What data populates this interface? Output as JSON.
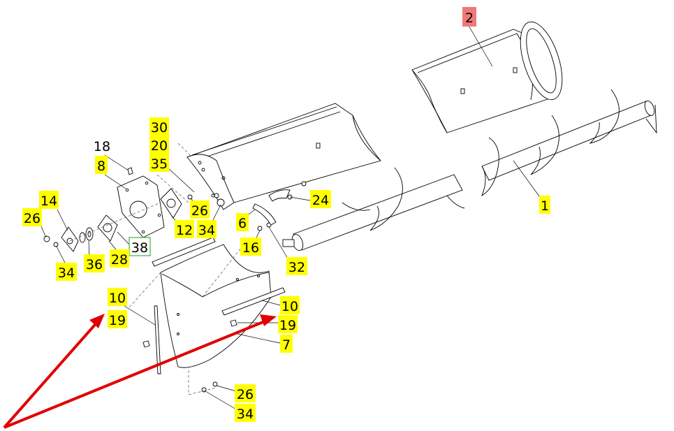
{
  "callouts": [
    {
      "id": "c2",
      "label": "2",
      "style": "red"
    },
    {
      "id": "c1",
      "label": "1",
      "style": "yellow"
    },
    {
      "id": "c30",
      "label": "30",
      "style": "yellow"
    },
    {
      "id": "c20",
      "label": "20",
      "style": "yellow"
    },
    {
      "id": "c35",
      "label": "35",
      "style": "yellow"
    },
    {
      "id": "c18",
      "label": "18",
      "style": "plain"
    },
    {
      "id": "c8",
      "label": "8",
      "style": "yellow"
    },
    {
      "id": "c14",
      "label": "14",
      "style": "yellow"
    },
    {
      "id": "c26a",
      "label": "26",
      "style": "yellow"
    },
    {
      "id": "c26b",
      "label": "26",
      "style": "yellow"
    },
    {
      "id": "c12",
      "label": "12",
      "style": "yellow"
    },
    {
      "id": "c34a",
      "label": "34",
      "style": "yellow"
    },
    {
      "id": "c24",
      "label": "24",
      "style": "yellow"
    },
    {
      "id": "c6",
      "label": "6",
      "style": "yellow"
    },
    {
      "id": "c38",
      "label": "38",
      "style": "green"
    },
    {
      "id": "c16",
      "label": "16",
      "style": "yellow"
    },
    {
      "id": "c36",
      "label": "36",
      "style": "yellow"
    },
    {
      "id": "c28",
      "label": "28",
      "style": "yellow"
    },
    {
      "id": "c32",
      "label": "32",
      "style": "yellow"
    },
    {
      "id": "c34b",
      "label": "34",
      "style": "yellow"
    },
    {
      "id": "c10a",
      "label": "10",
      "style": "yellow"
    },
    {
      "id": "c19a",
      "label": "19",
      "style": "yellow"
    },
    {
      "id": "c10b",
      "label": "10",
      "style": "yellow"
    },
    {
      "id": "c19b",
      "label": "19",
      "style": "yellow"
    },
    {
      "id": "c7",
      "label": "7",
      "style": "yellow"
    },
    {
      "id": "c26c",
      "label": "26",
      "style": "yellow"
    },
    {
      "id": "c34c",
      "label": "34",
      "style": "yellow"
    }
  ],
  "colors": {
    "yellow": "#ffff00",
    "red": "#f07878",
    "green_border": "#3cb043",
    "arrow": "#e00000",
    "line": "#000000"
  }
}
